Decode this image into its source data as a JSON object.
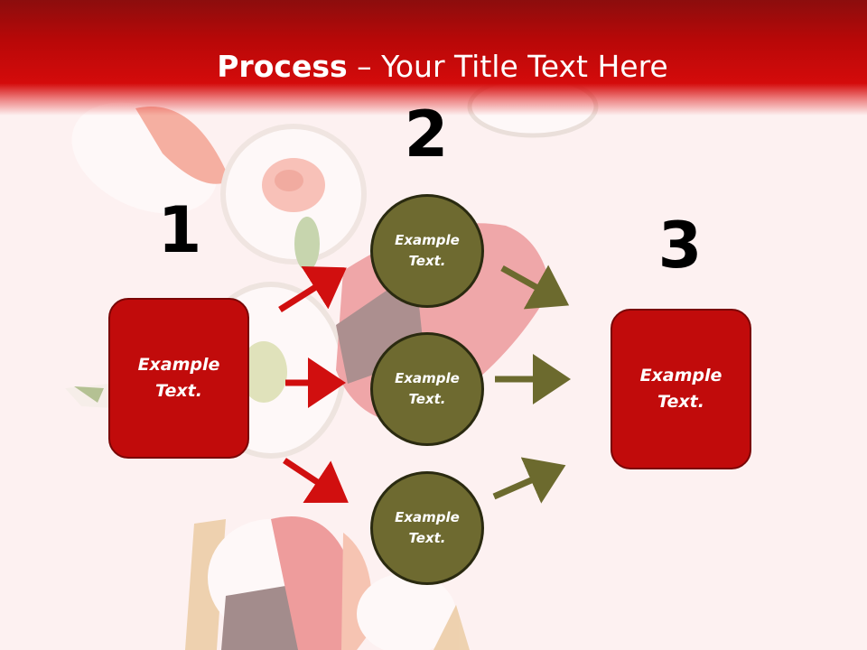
{
  "title": {
    "bold": "Process",
    "rest": " – Your Title Text Here"
  },
  "steps": {
    "one": "1",
    "two": "2",
    "three": "3"
  },
  "left_box": {
    "line1": "Example",
    "line2": "Text."
  },
  "right_box": {
    "line1": "Example",
    "line2": "Text."
  },
  "circles": [
    {
      "line1": "Example",
      "line2": "Text."
    },
    {
      "line1": "Example",
      "line2": "Text."
    },
    {
      "line1": "Example",
      "line2": "Text."
    }
  ],
  "colors": {
    "header_red": "#c80a0a",
    "box_red": "#c10b0b",
    "circle_olive": "#6e6a30",
    "arrow_red": "#d10f0f",
    "arrow_olive": "#6c6a2e"
  }
}
